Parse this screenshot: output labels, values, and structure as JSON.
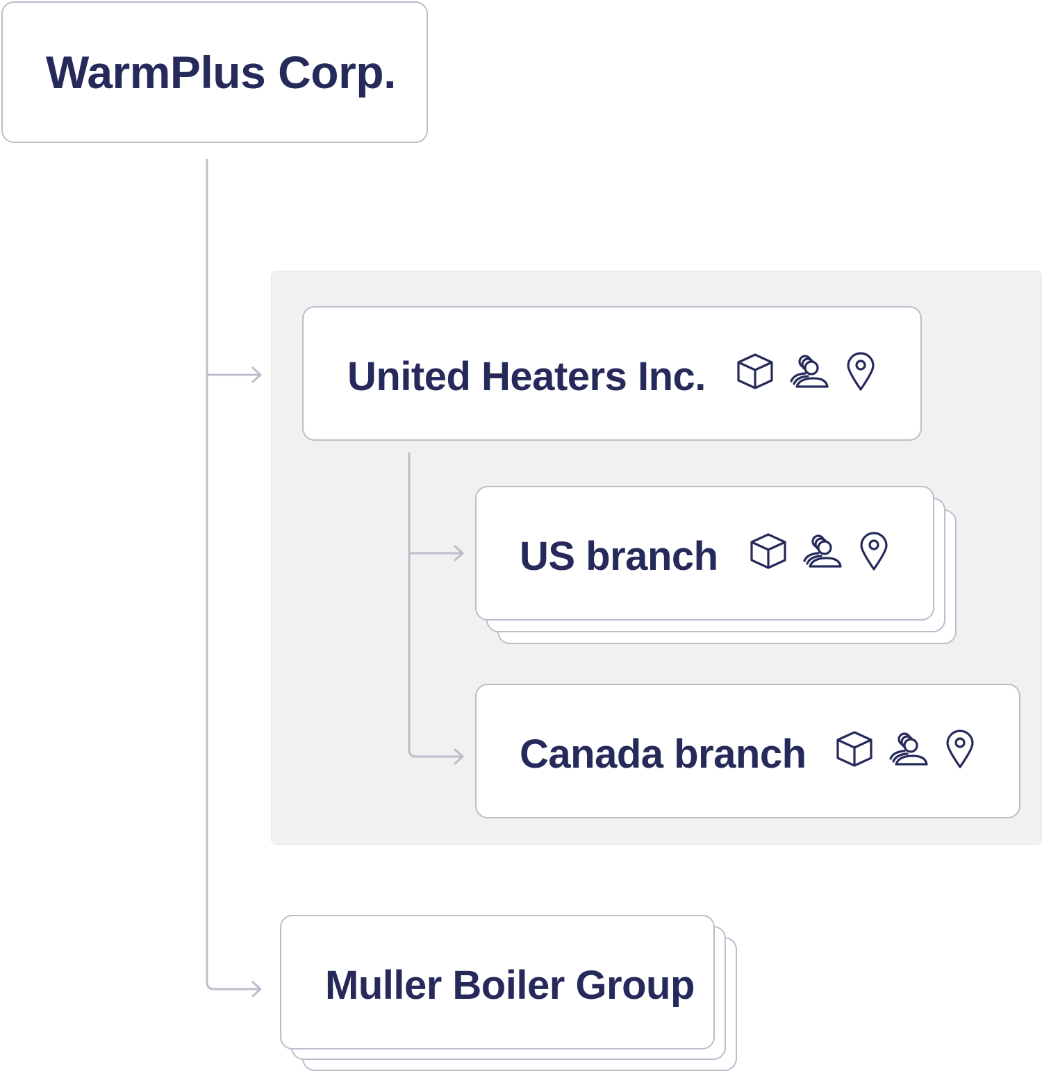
{
  "colors": {
    "text": "#252a5a",
    "border": "#bdbccb",
    "panel": "#eff2f1",
    "connector": "#bdbccb"
  },
  "nodes": {
    "root": {
      "name": "WarmPlus Corp.",
      "icons": []
    },
    "united": {
      "name": "United Heaters Inc.",
      "icons": [
        "box-icon",
        "users-icon",
        "location-pin-icon"
      ]
    },
    "us": {
      "name": "US branch",
      "icons": [
        "box-icon",
        "users-icon",
        "location-pin-icon"
      ],
      "stacked": true
    },
    "canada": {
      "name": "Canada branch",
      "icons": [
        "box-icon",
        "users-icon",
        "location-pin-icon"
      ]
    },
    "muller": {
      "name": "Muller Boiler Group",
      "icons": [],
      "stacked": true
    }
  }
}
